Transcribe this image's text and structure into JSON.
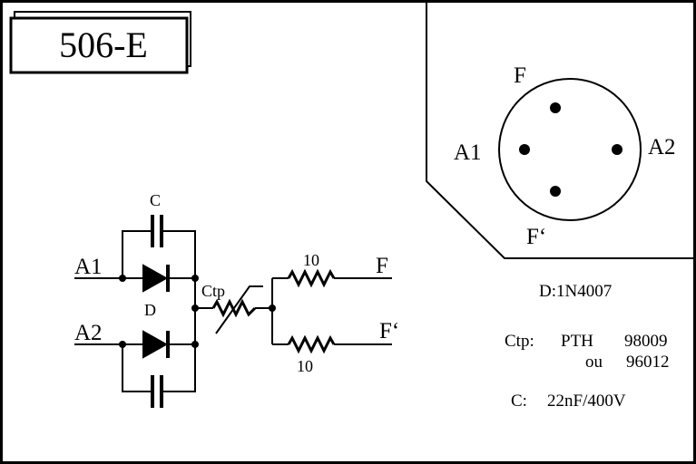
{
  "title": "506-E",
  "pinout": {
    "top": "F",
    "left": "A1",
    "right": "A2",
    "bottom": "F‘"
  },
  "circuit": {
    "capacitor_label": "C",
    "input_1": "A1",
    "input_2": "A2",
    "diode_label": "D",
    "ctp_label": "Ctp",
    "resistor_1_value": "10",
    "resistor_2_value": "10",
    "output_1": "F",
    "output_2": "F‘"
  },
  "legend": {
    "diode": "D:1N4007",
    "ctp_prefix": "Ctp:",
    "ctp_part": "PTH",
    "ctp_num_1": "98009",
    "ctp_or": "ou",
    "ctp_num_2": "96012",
    "cap_prefix": "C:",
    "cap_value": "22nF/400V"
  }
}
